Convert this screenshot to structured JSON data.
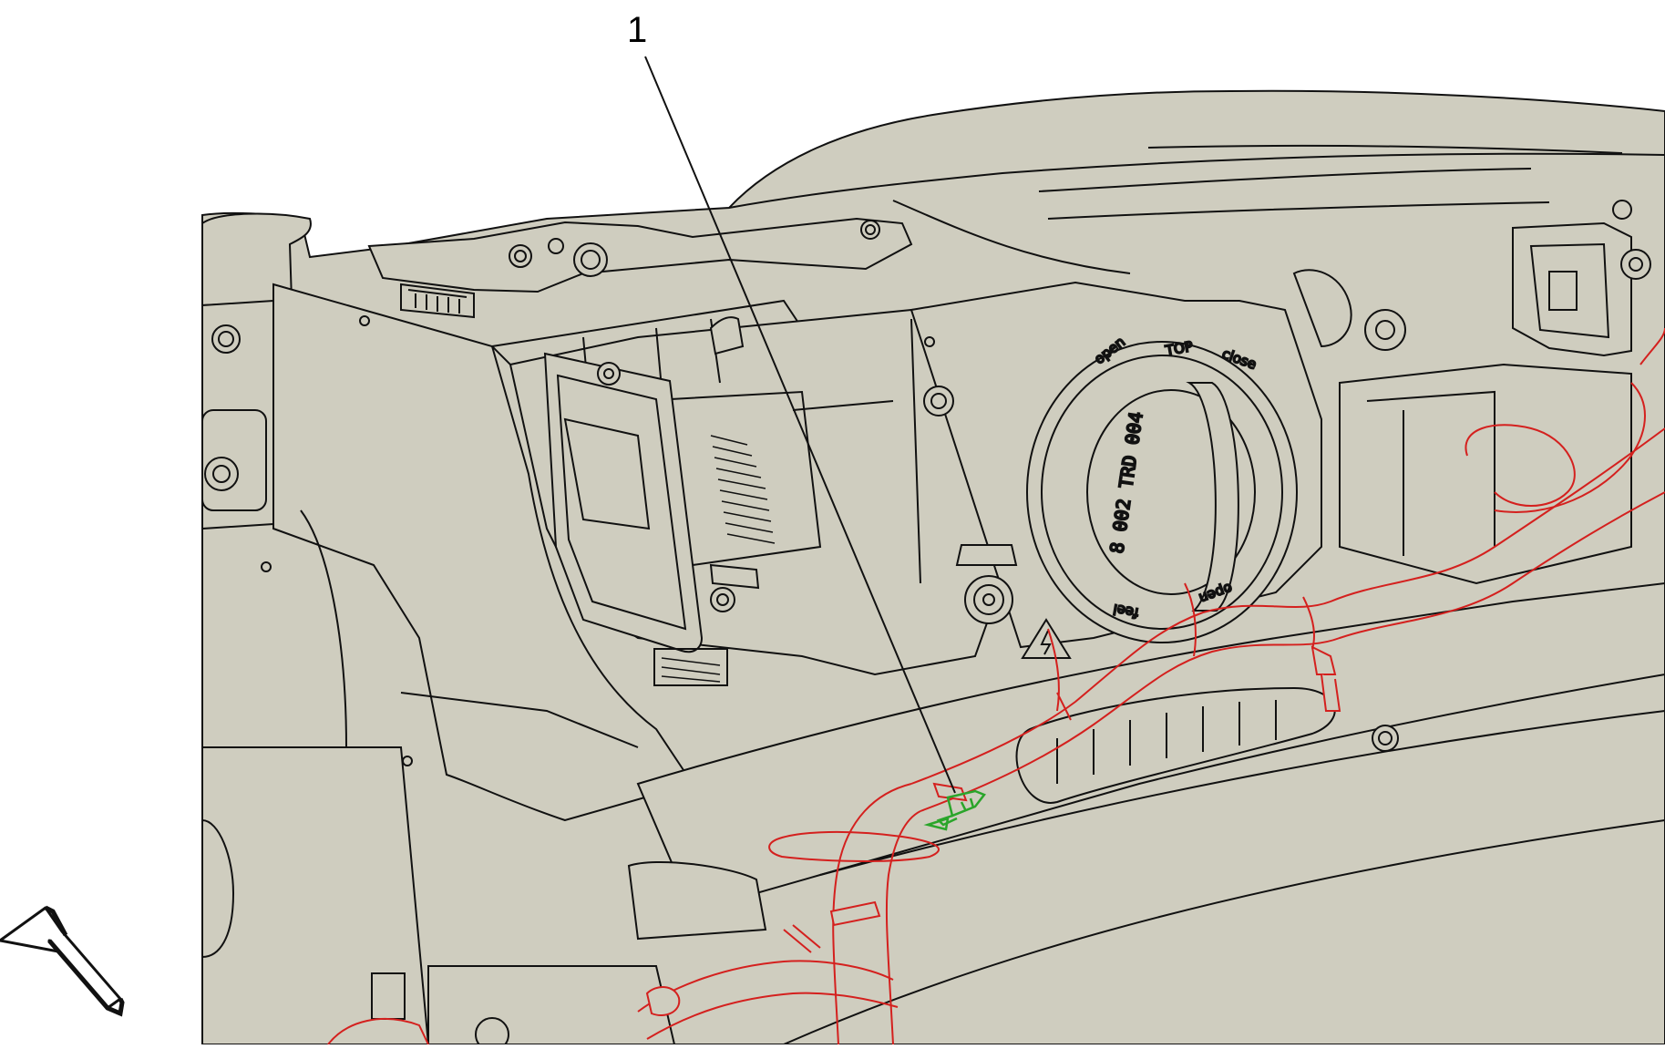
{
  "callout": {
    "label": "1"
  },
  "cap_labels": {
    "open": "open",
    "top": "TOP",
    "close": "close",
    "part_number": "8 002 TRD 004",
    "open_rev": "open",
    "feel": "feel"
  },
  "colors": {
    "background": "#ffffff",
    "fill": "#cfcdbf",
    "outline": "#111111",
    "harness": "#d4201e",
    "highlight": "#2aa52a"
  },
  "icons": [
    "view-direction-arrow-icon",
    "high-voltage-warning-icon"
  ]
}
